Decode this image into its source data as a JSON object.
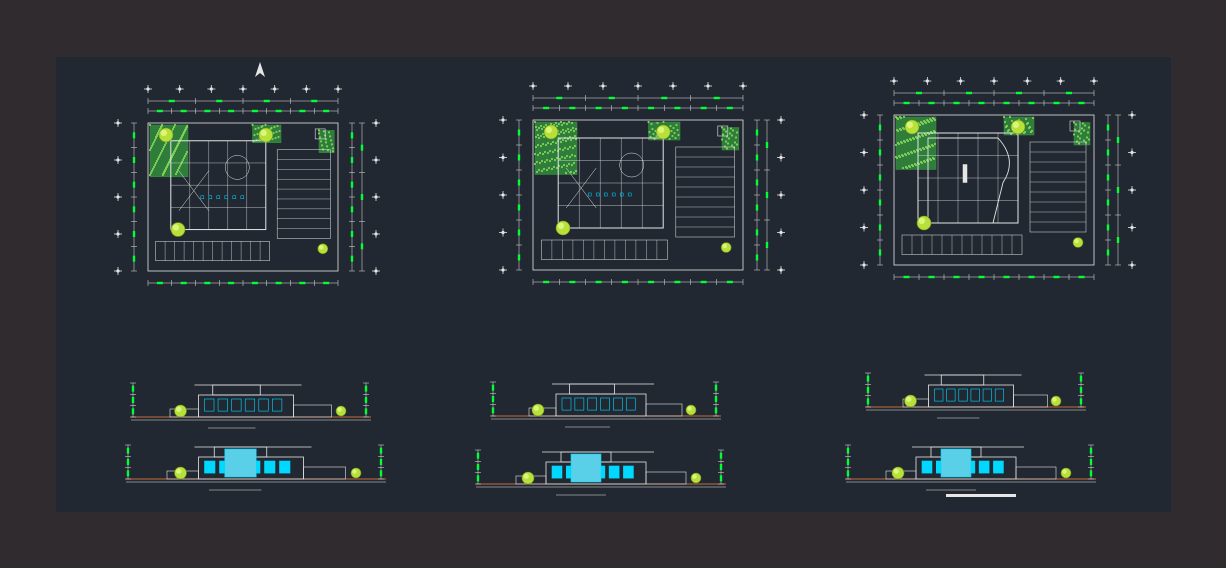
{
  "colors": {
    "background_outer": "#2f2b2f",
    "model_space": "#212831",
    "linework": "#e6e6e6",
    "dimension_marks": "#00ff33",
    "glazing": "#00d8ff",
    "vegetation": "#b7e03a",
    "foliage_dark": "#2f7d3a",
    "ground_line": "#c86a3a"
  },
  "drawing": {
    "plans": [
      {
        "id": "plan-left",
        "type": "floor-plan"
      },
      {
        "id": "plan-center",
        "type": "floor-plan"
      },
      {
        "id": "plan-right",
        "type": "roof-plan"
      }
    ],
    "elevations": [
      {
        "id": "elevation-1",
        "type": "elevation"
      },
      {
        "id": "elevation-2",
        "type": "elevation"
      },
      {
        "id": "elevation-3",
        "type": "elevation"
      },
      {
        "id": "elevation-4",
        "type": "elevation"
      },
      {
        "id": "elevation-5",
        "type": "section"
      },
      {
        "id": "elevation-6",
        "type": "section"
      }
    ]
  }
}
